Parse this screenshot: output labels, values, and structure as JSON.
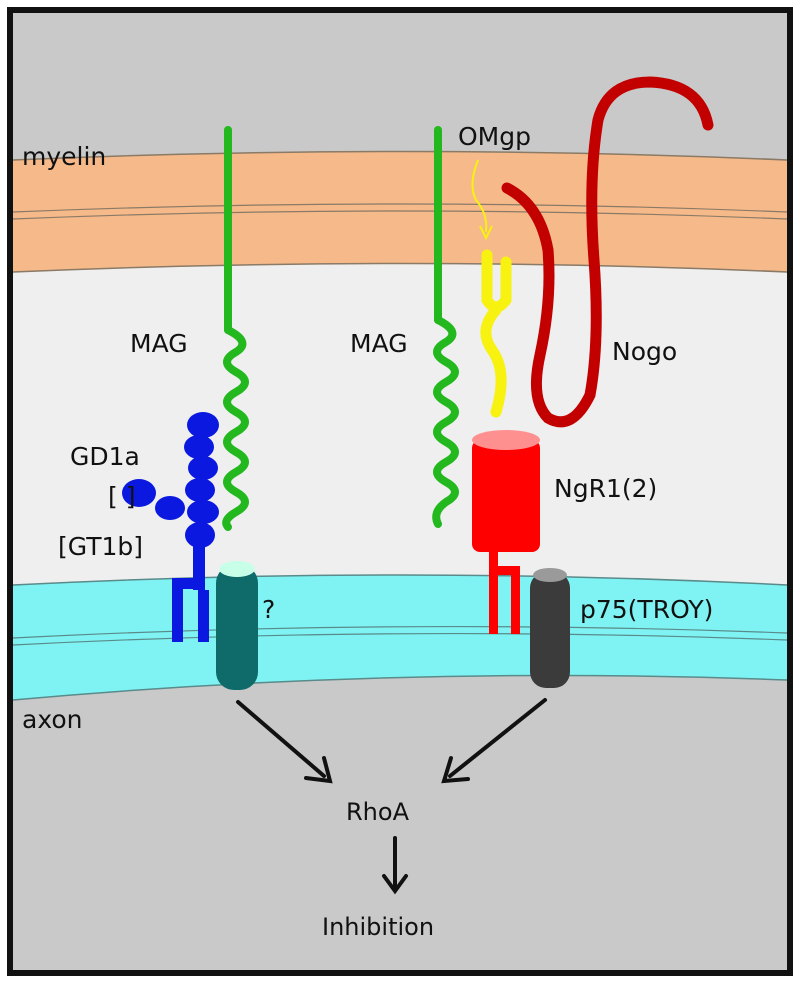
{
  "labels": {
    "myelin": "myelin",
    "axon": "axon",
    "mag_left": "MAG",
    "mag_right": "MAG",
    "omgp": "OMgp",
    "nogo": "Nogo",
    "gd1a": "GD1a",
    "bracket": "[    ]",
    "gt1b": "[GT1b]",
    "ngr1": "NgR1(2)",
    "unknown_receptor": "?",
    "p75": "p75(TROY)",
    "rhoa": "RhoA",
    "inhibition": "Inhibition"
  },
  "colors": {
    "background": "#c9c9c9",
    "myelin_membrane": "#f6b98a",
    "extracellular": "#efefef",
    "axon_membrane": "#7ff3f3",
    "mag": "#22b81e",
    "omgp": "#f7f20f",
    "nogo": "#c20000",
    "ngr1": "#ff0000",
    "ganglioside": "#0a18e0",
    "unknown_receptor": "#0f6a6a",
    "p75": "#3b3b3b"
  }
}
